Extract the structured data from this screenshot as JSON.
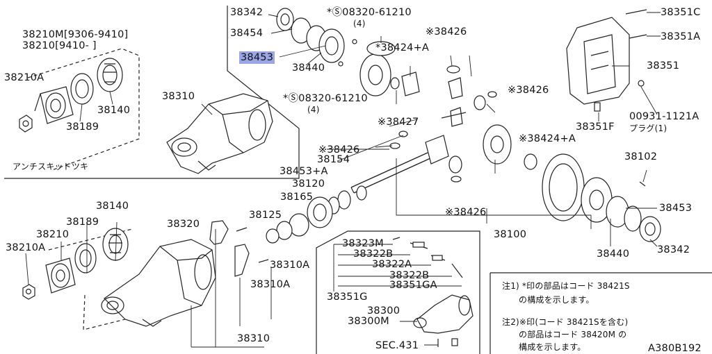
{
  "diagram_id": "A380B192",
  "highlight_color": "#9aa6e6",
  "labels": {
    "l38342_top": "38342",
    "l38454": "38454",
    "l38453_hl": "38453",
    "l38440_top": "38440",
    "bolt_top": "*Ⓢ08320-61210",
    "bolt_top_qty": "(4)",
    "bolt_mid": "*Ⓢ08320-61210",
    "bolt_mid_qty": "(4)",
    "l38426_a": "※38426",
    "l38424a_top": "*38424+A",
    "l38426_b": "※38426",
    "l38427": "※38427",
    "l38426_c": "※38426",
    "l38424a_mid": "※38424+A",
    "l38426_d": "※38426",
    "l38351c": "38351C",
    "l38351a": "38351A",
    "l38351": "38351",
    "l00931": "00931-1121A",
    "plug": "プラグ(1)",
    "l38351f": "38351F",
    "l38210m": "38210M[9306-9410]",
    "l38210": "38210[9410-    ]",
    "l38210a_top": "38210A",
    "l38140_top": "38140",
    "l38189_top": "38189",
    "l38310_top": "38310",
    "anti_skid": "アンチスキッドツキ",
    "l38453a": "38453+A",
    "l38154": "38154",
    "l38120": "38120",
    "l38165": "38165",
    "l38125": "38125",
    "l38102": "38102",
    "l38100": "38100",
    "l38453_right": "38453",
    "l38440_right": "38440",
    "l38342_right": "38342",
    "l38140_low": "38140",
    "l38189_low": "38189",
    "l38210_low": "38210",
    "l38210a_low": "38210A",
    "l38320": "38320",
    "l38310a_1": "38310A",
    "l38310a_2": "38310A",
    "l38310_low": "38310",
    "l38323m": "38323M",
    "l38322b_1": "38322B",
    "l38322a": "38322A",
    "l38322b_2": "38322B",
    "l38351ga": "38351GA",
    "l38351g": "38351G",
    "l38300": "38300",
    "l38300m": "38300M",
    "sec431": "SEC.431",
    "note1_l1": "注1) *印の部品はコード 38421S",
    "note1_l2": "の構成を示します。",
    "note2_l1": "注2)※印(コード 38421Sを含む)",
    "note2_l2": "の部品はコード 38420M の",
    "note2_l3": "構成を示します。",
    "code": "A380B192"
  }
}
